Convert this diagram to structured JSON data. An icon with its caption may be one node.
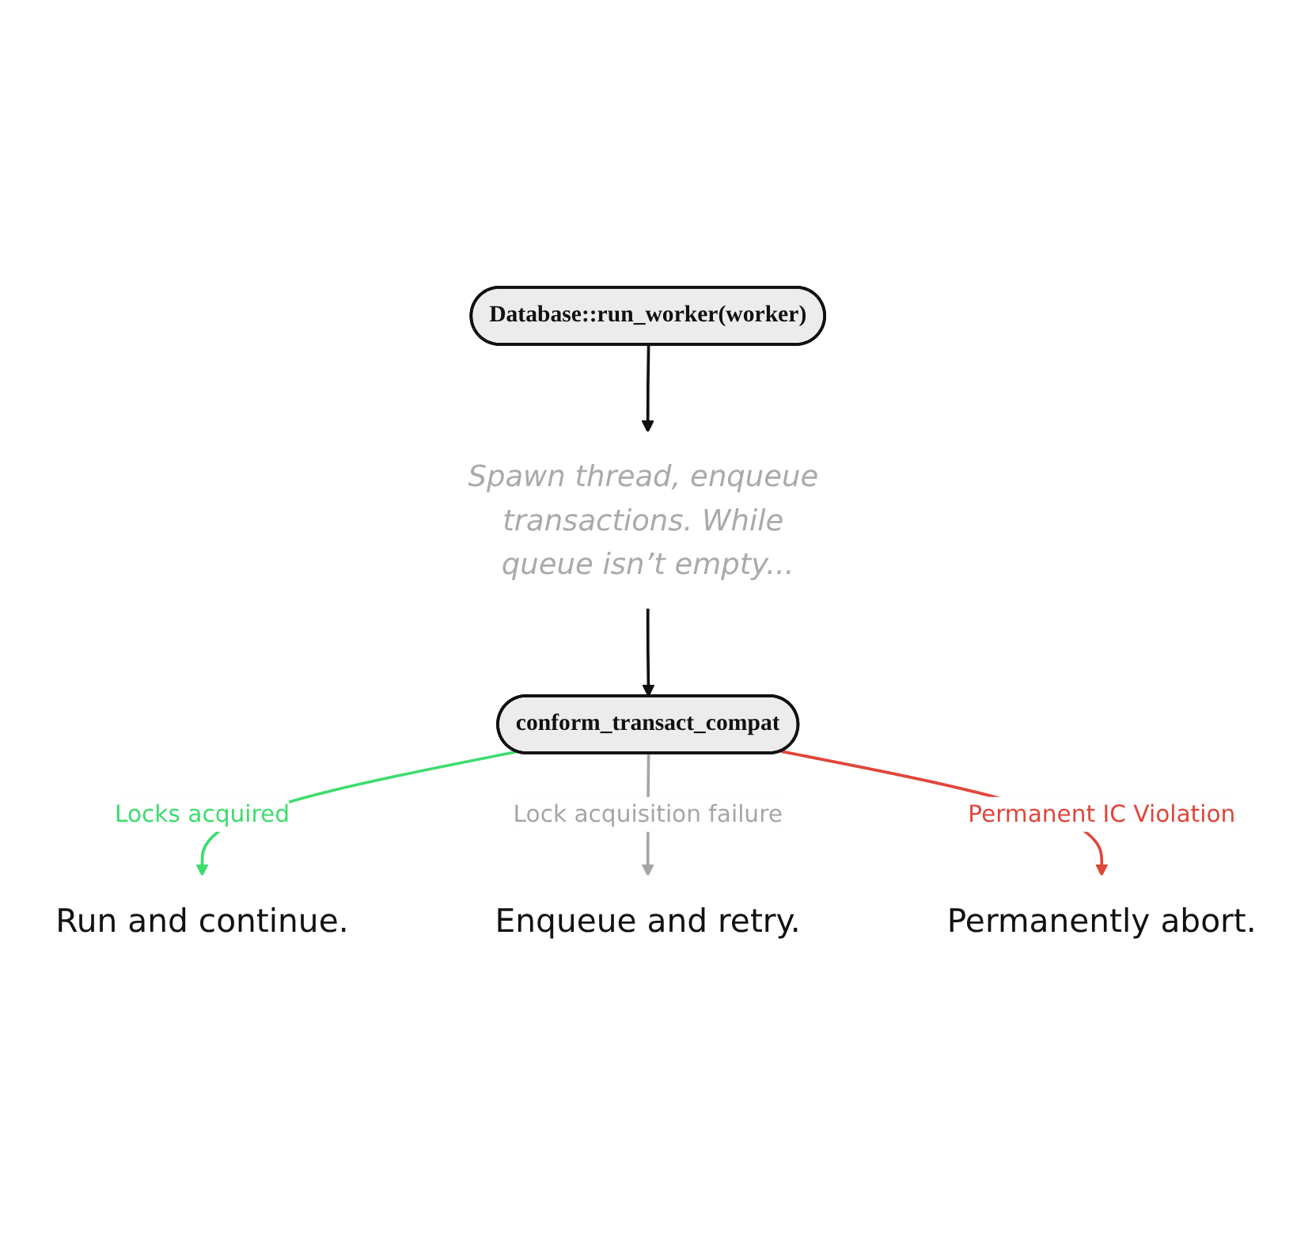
{
  "diagram": {
    "nodes": [
      {
        "text": [
          "Database::run_worker(worker)"
        ]
      },
      {
        "text": [
          "Spawn thread, enqueue transactions. While queue isn’t empty..."
        ]
      },
      {
        "text": [
          "conform_transact_compat"
        ]
      },
      {
        "text": [
          "Run and continue."
        ]
      },
      {
        "text": [
          "Enqueue and retry."
        ]
      },
      {
        "text": [
          "Permanently abort."
        ]
      }
    ],
    "edges": [
      {
        "from": 0,
        "to": 1,
        "arrow": "to"
      },
      {
        "from": 1,
        "to": 2,
        "arrow": "to"
      },
      {
        "from": 2,
        "to": 3,
        "arrow": "to",
        "label": "Locks acquired",
        "color": "#3ddc6e"
      },
      {
        "from": 2,
        "to": 4,
        "arrow": "to",
        "label": "Lock acquisition failure",
        "color": "#a6a6a6"
      },
      {
        "from": 2,
        "to": 5,
        "arrow": "to",
        "label": "Permanent IC Violation",
        "color": "#e0463a"
      }
    ]
  }
}
